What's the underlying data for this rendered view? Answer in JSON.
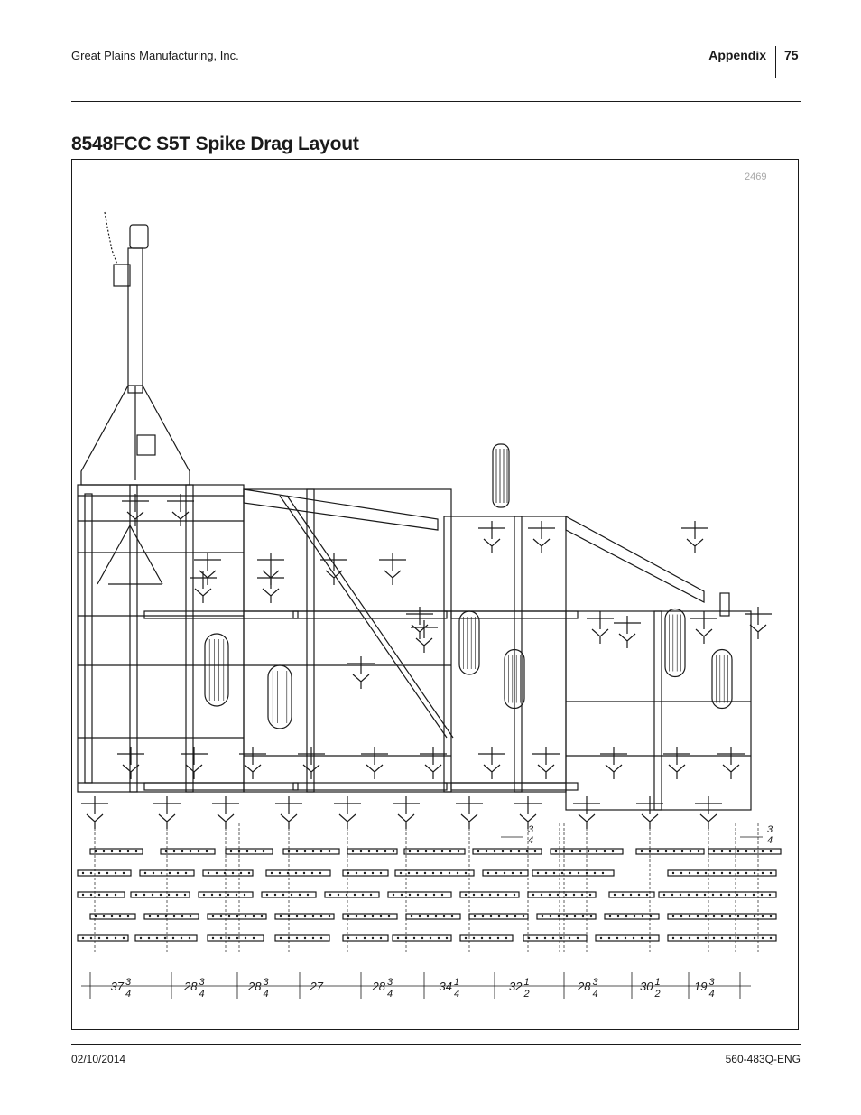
{
  "header": {
    "company": "Great Plains Manufacturing, Inc.",
    "section": "Appendix",
    "page_number": "75"
  },
  "title": "8548FCC S5T Spike Drag Layout",
  "figure": {
    "id": "2469",
    "spacing_labels": [
      {
        "whole": "37",
        "num": "3",
        "den": "4"
      },
      {
        "whole": "28",
        "num": "3",
        "den": "4"
      },
      {
        "whole": "28",
        "num": "3",
        "den": "4"
      },
      {
        "whole": "27",
        "num": "",
        "den": ""
      },
      {
        "whole": "28",
        "num": "3",
        "den": "4"
      },
      {
        "whole": "34",
        "num": "1",
        "den": "4"
      },
      {
        "whole": "32",
        "num": "1",
        "den": "2"
      },
      {
        "whole": "28",
        "num": "3",
        "den": "4"
      },
      {
        "whole": "30",
        "num": "1",
        "den": "2"
      },
      {
        "whole": "19",
        "num": "3",
        "den": "4"
      }
    ],
    "offset_labels": [
      {
        "num": "3",
        "den": "4"
      },
      {
        "num": "3",
        "den": "4"
      }
    ]
  },
  "footer": {
    "date": "02/10/2014",
    "doc_number": "560-483Q-ENG"
  }
}
